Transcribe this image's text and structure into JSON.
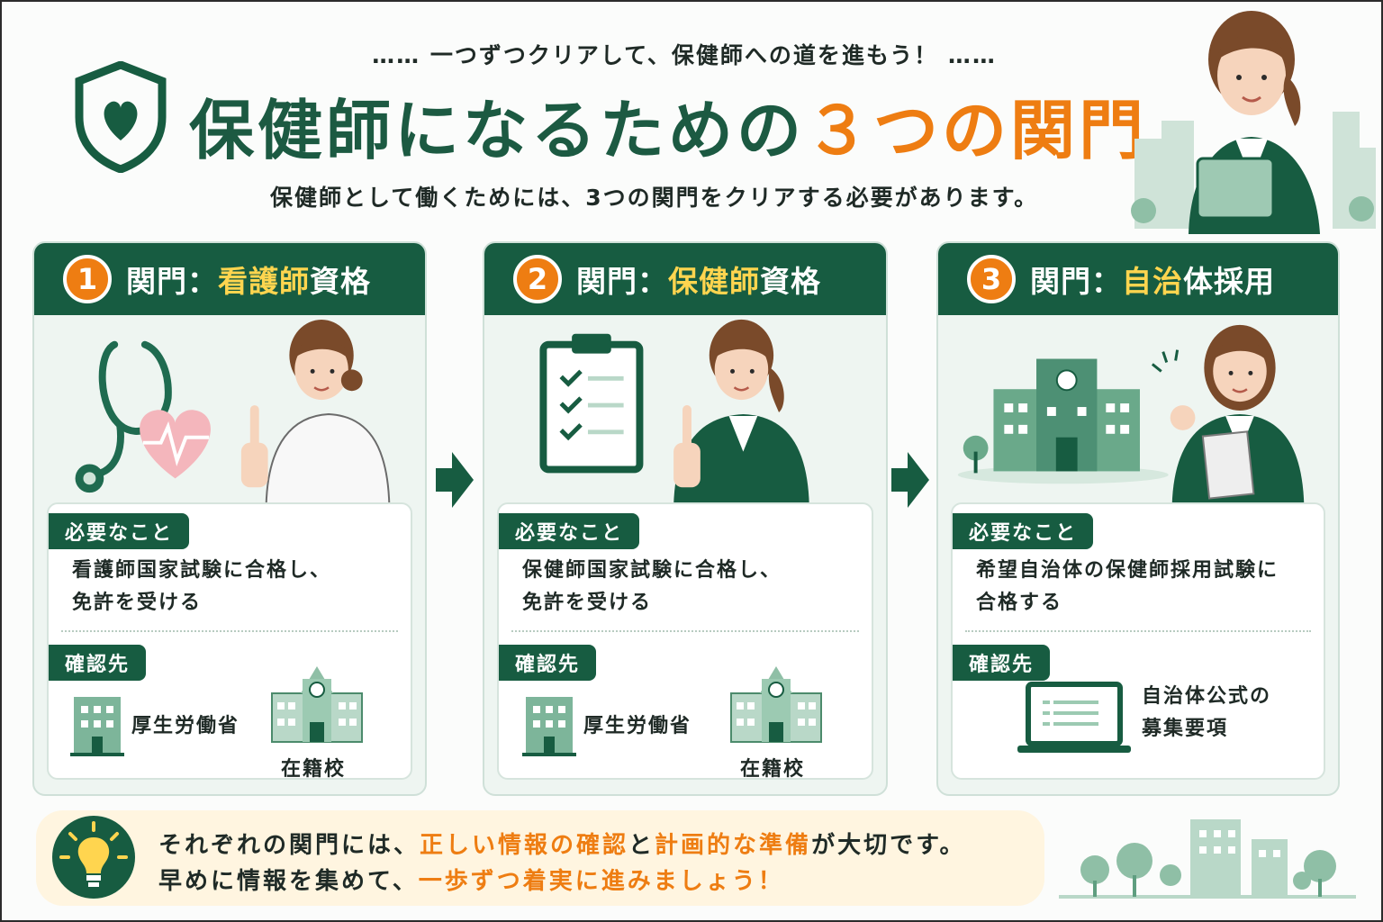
{
  "header": {
    "tagline": "…… 一つずつクリアして、保健師への道を進もう！ ……",
    "title_main": "保健師になるための",
    "title_highlight": "３つの関門",
    "subtitle": "保健師として働くためには、3つの関門をクリアする必要があります。",
    "shield_icon": "shield-heart-icon"
  },
  "gates": [
    {
      "number": "1",
      "label_prefix": "関門：",
      "label_highlight": "看護師",
      "label_suffix": "資格",
      "requirement_label": "必要なこと",
      "requirement_line1": "看護師国家試験に合格し、",
      "requirement_line2": "免許を受ける",
      "check_label": "確認先",
      "check_items": [
        "厚生労働省",
        "在籍校"
      ]
    },
    {
      "number": "2",
      "label_prefix": "関門：",
      "label_highlight": "保健師",
      "label_suffix": "資格",
      "requirement_label": "必要なこと",
      "requirement_line1": "保健師国家試験に合格し、",
      "requirement_line2": "免許を受ける",
      "check_label": "確認先",
      "check_items": [
        "厚生労働省",
        "在籍校"
      ]
    },
    {
      "number": "3",
      "label_prefix": "関門：",
      "label_highlight": "自治",
      "label_suffix": "体採用",
      "requirement_label": "必要なこと",
      "requirement_line1": "希望自治体の保健師採用試験に",
      "requirement_line2": "合格する",
      "check_label": "確認先",
      "check_line1": "自治体公式の",
      "check_line2": "募集要項"
    }
  ],
  "tip": {
    "l1_a": "それぞれの関門には、",
    "l1_b": "正しい情報の確認",
    "l1_c": "と",
    "l1_d": "計画的な準備",
    "l1_e": "が大切です。",
    "l2_a": "早めに情報を集めて、",
    "l2_b": "一歩ずつ着実に進みましょう！"
  },
  "colors": {
    "primary": "#175c41",
    "accent": "#ee7d12",
    "highlight": "#ffd54f",
    "card_bg": "#eef5f1"
  }
}
